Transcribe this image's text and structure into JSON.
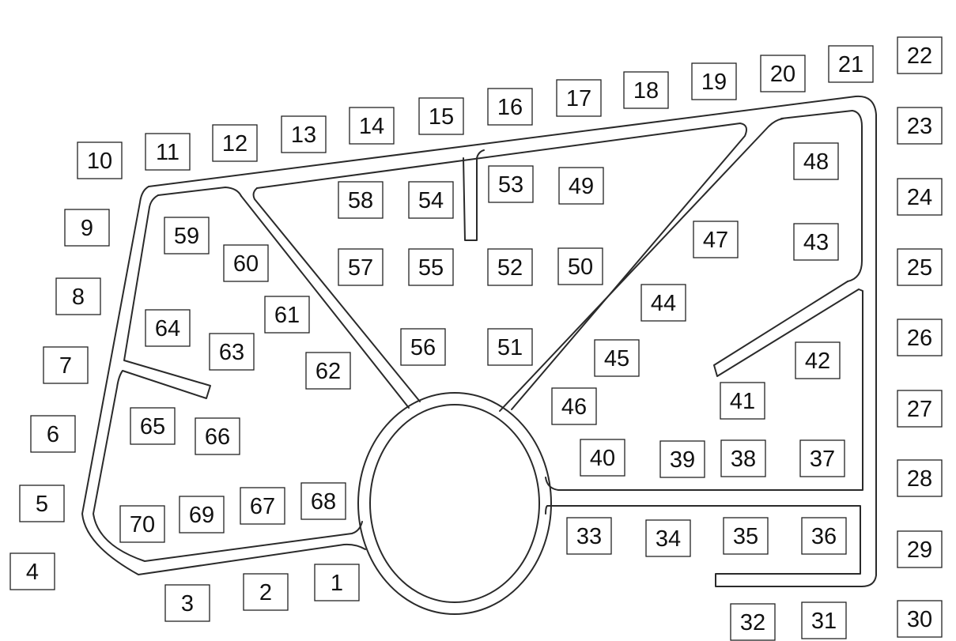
{
  "map": {
    "line_color": "#2a2a2a",
    "background": "#ffffff",
    "lots": [
      "1",
      "2",
      "3",
      "4",
      "5",
      "6",
      "7",
      "8",
      "9",
      "10",
      "11",
      "12",
      "13",
      "14",
      "15",
      "16",
      "17",
      "18",
      "19",
      "20",
      "21",
      "22",
      "23",
      "24",
      "25",
      "26",
      "27",
      "28",
      "29",
      "30",
      "31",
      "32",
      "33",
      "34",
      "35",
      "36",
      "37",
      "38",
      "39",
      "40",
      "41",
      "42",
      "43",
      "44",
      "45",
      "46",
      "47",
      "48",
      "49",
      "50",
      "51",
      "52",
      "53",
      "54",
      "55",
      "56",
      "57",
      "58",
      "59",
      "60",
      "61",
      "62",
      "63",
      "64",
      "65",
      "66",
      "67",
      "68",
      "69",
      "70"
    ]
  }
}
